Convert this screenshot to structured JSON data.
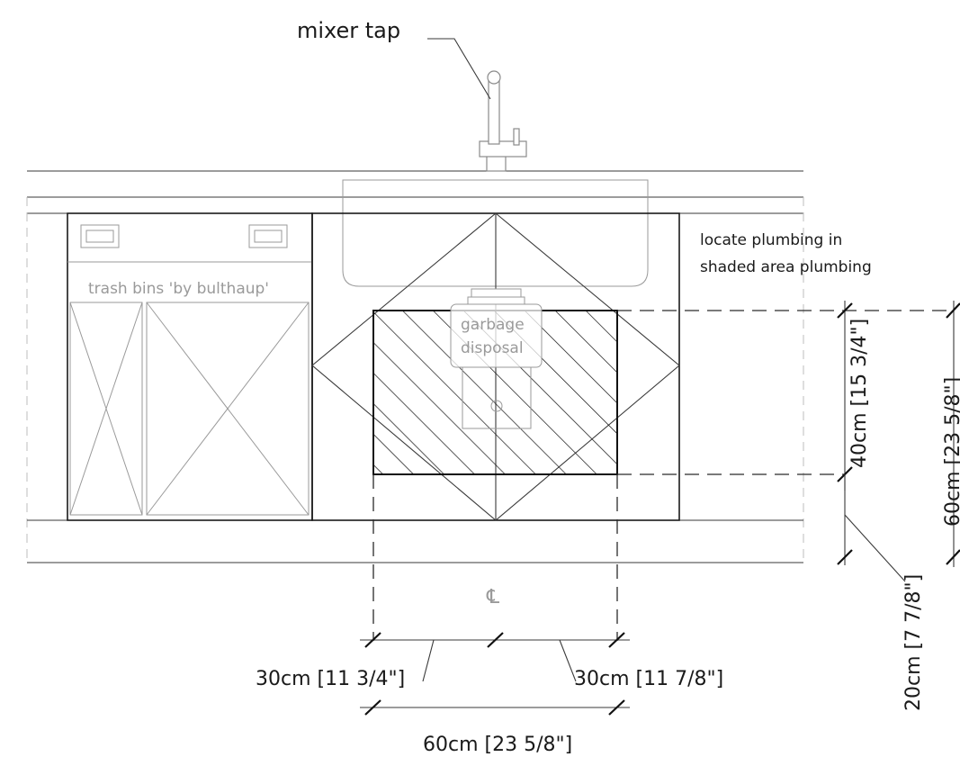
{
  "labels": {
    "mixer_tap": "mixer tap",
    "plumbing_note_line1": "locate plumbing in",
    "plumbing_note_line2": "shaded area plumbing",
    "trash_bins": "trash bins 'by bulthaup'",
    "garbage_line1": "garbage",
    "garbage_line2": "disposal",
    "centerline": "℄"
  },
  "dimensions": {
    "left_half": "30cm [11 3/4\"]",
    "right_half": "30cm [11 7/8\"]",
    "total_width": "60cm [23 5/8\"]",
    "shaded_height": "40cm [15 3/4\"]",
    "total_height": "60cm [23 5/8\"]",
    "floor_offset": "20cm [7 7/8\"]"
  }
}
